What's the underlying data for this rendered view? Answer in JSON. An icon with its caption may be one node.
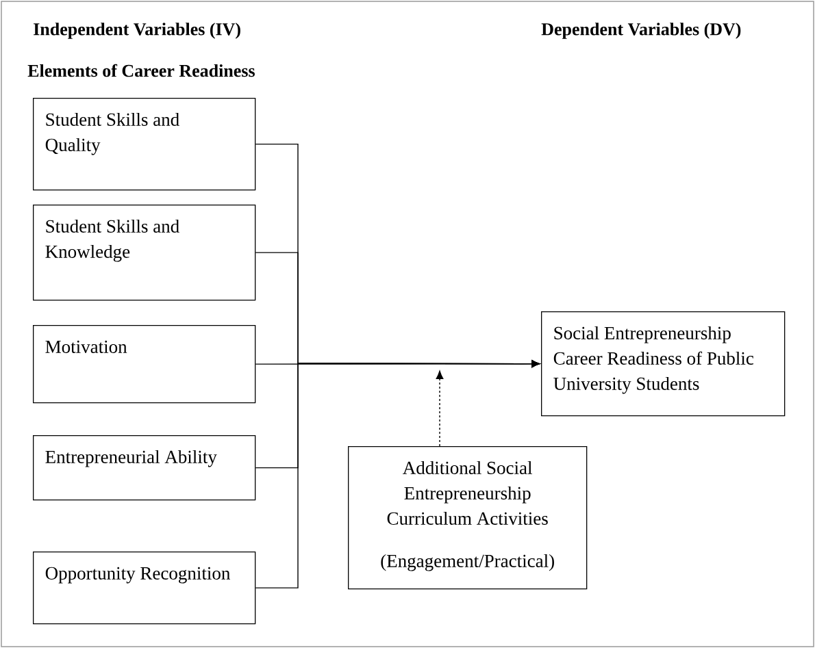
{
  "diagram": {
    "nodes": [
      {
        "text": [
          "Student Skills and Quality"
        ]
      },
      {
        "text": [
          "Student Skills and Knowledge"
        ]
      },
      {
        "text": [
          "Motivation"
        ]
      },
      {
        "text": [
          "Entrepreneurial Ability"
        ]
      },
      {
        "text": [
          "Opportunity Recognition"
        ]
      },
      {
        "text": [
          "Social Entrepreneurship Career Readiness of Public University Students"
        ]
      },
      {
        "text": [
          "Additional Social Entrepreneurship Curriculum Activities",
          "(Engagement/Practical)"
        ]
      }
    ],
    "edges": [
      {
        "from": 0,
        "to": 5,
        "arrow": "to"
      },
      {
        "from": 1,
        "to": 5,
        "arrow": "to"
      },
      {
        "from": 2,
        "to": 5,
        "arrow": "to"
      },
      {
        "from": 3,
        "to": 5,
        "arrow": "to"
      },
      {
        "from": 4,
        "to": 5,
        "arrow": "to"
      },
      {
        "from": 6,
        "to": null,
        "arrow": "to",
        "style": "dashed"
      }
    ],
    "labels": [
      "Independent Variables (IV)",
      "Dependent Variables (DV)",
      "Elements of Career Readiness"
    ]
  }
}
